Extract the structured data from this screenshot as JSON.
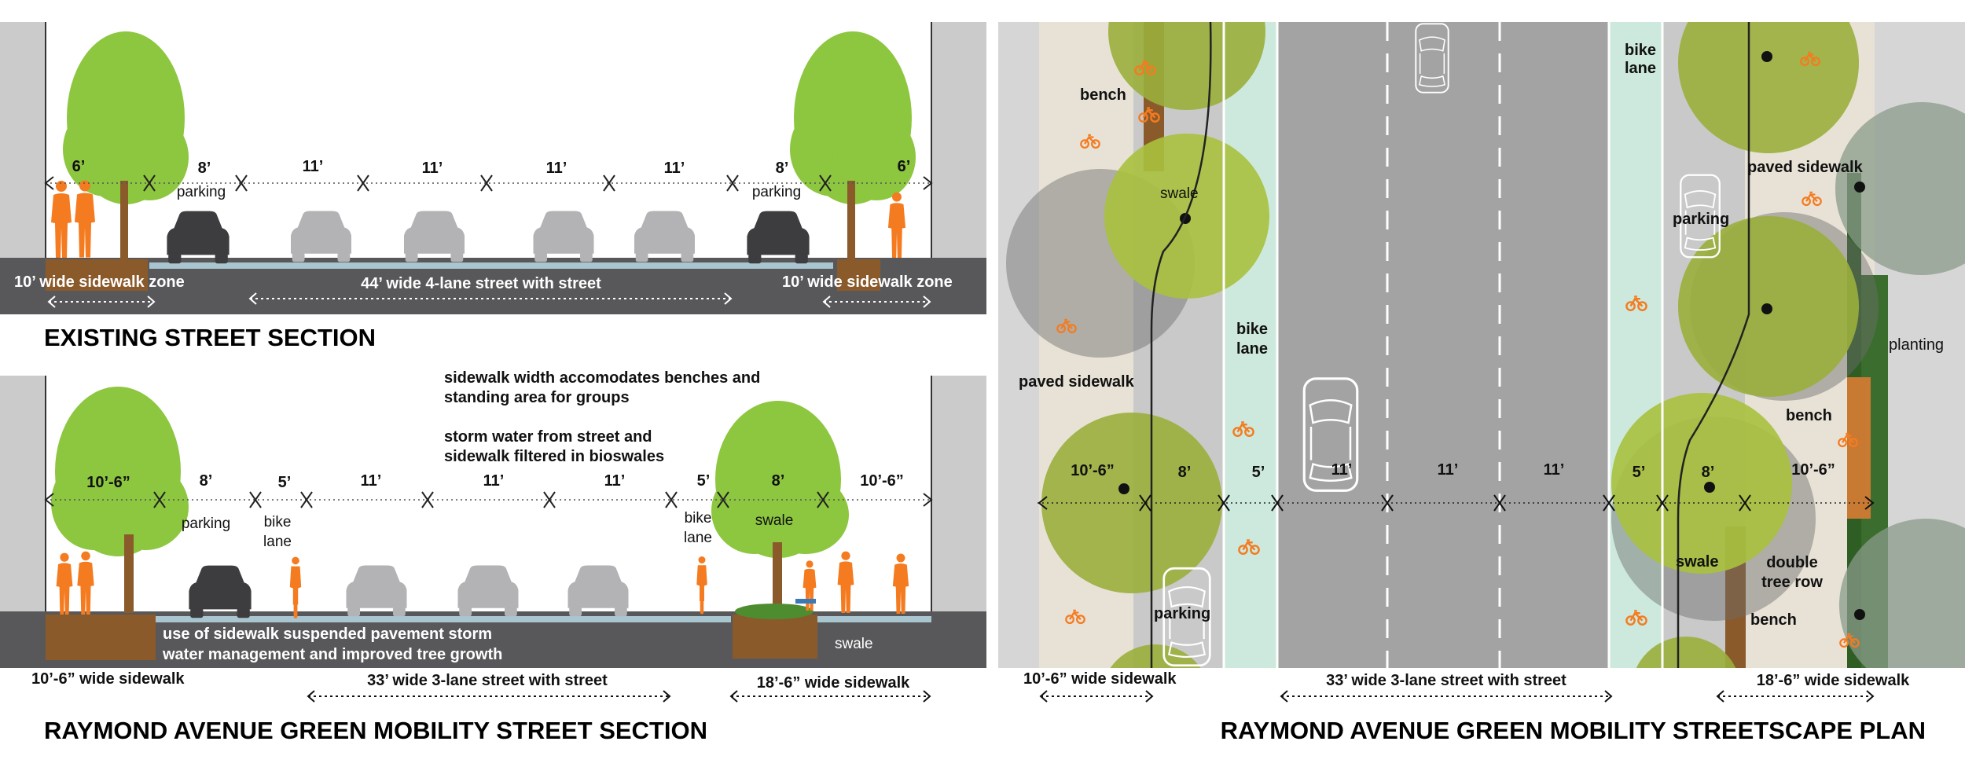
{
  "existing_section": {
    "title": "EXISTING STREET SECTION",
    "dims": [
      "6’",
      "8’",
      "11’",
      "11’",
      "11’",
      "11’",
      "8’",
      "6’"
    ],
    "parking_left": "parking",
    "parking_right": "parking",
    "sidewalk_left": "10’ wide sidewalk zone",
    "sidewalk_right": "10’ wide sidewalk zone",
    "street": "44’ wide 4-lane street with street"
  },
  "green_section": {
    "title": "RAYMOND AVENUE GREEN MOBILITY STREET SECTION",
    "dims": [
      "10’-6”",
      "8’",
      "5’",
      "11’",
      "11’",
      "11’",
      "5’",
      "8’",
      "10’-6”"
    ],
    "parking": "parking",
    "bike_lane_left": [
      "bike",
      "lane"
    ],
    "bike_lane_right": [
      "bike",
      "lane"
    ],
    "swale_top": "swale",
    "swale_bottom": "swale",
    "note1": [
      "sidewalk width accomodates benches and",
      "standing area for groups"
    ],
    "note2": [
      "storm water from street and",
      "sidewalk filtered in bioswales"
    ],
    "pavement_note": [
      "use of sidewalk suspended pavement storm",
      "water management and improved tree growth"
    ],
    "sidewalk_left": "10’-6” wide sidewalk",
    "street": "33’ wide 3-lane street with street",
    "sidewalk_right": "18’-6” wide sidewalk"
  },
  "plan": {
    "title": "RAYMOND AVENUE GREEN MOBILITY STREETSCAPE PLAN",
    "dims": [
      "10’-6”",
      "8’",
      "5’",
      "11’",
      "11’",
      "11’",
      "5’",
      "8’",
      "10’-6”"
    ],
    "labels": {
      "bench1": "bench",
      "swale1": "swale",
      "bike_lane_left": [
        "bike",
        "lane"
      ],
      "paved_sidewalk_left": "paved sidewalk",
      "parking_left": "parking",
      "bike_lane_right": [
        "bike",
        "lane"
      ],
      "paved_sidewalk_right": "paved sidewalk",
      "parking_right": "parking",
      "planting": "planting",
      "bench2": "bench",
      "swale2": "swale",
      "double_tree_row": [
        "double",
        "tree row"
      ],
      "bench3": "bench"
    },
    "sidewalk_left": "10’-6” wide sidewalk",
    "street": "33’ wide 3-lane street with street",
    "sidewalk_right": "18’-6” wide sidewalk"
  },
  "colors": {
    "road": "#58585a",
    "building": "#cbcbcb",
    "tree": "#8dc63f",
    "trunk": "#8b5a2b",
    "person": "#f47b20",
    "bike_lane": "#cde9dd",
    "plan_road": "#a3a3a3"
  }
}
